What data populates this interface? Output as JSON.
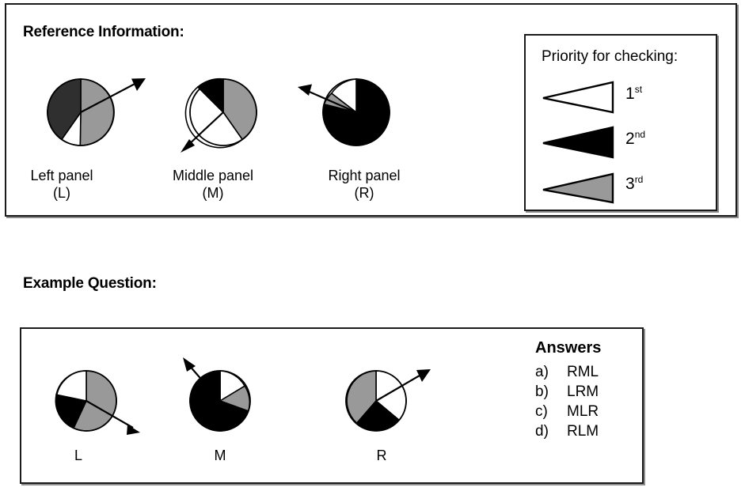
{
  "reference": {
    "heading": "Reference Information:",
    "panels": [
      {
        "name": "left-panel",
        "label_line1": "Left panel",
        "label_line2": "(L)"
      },
      {
        "name": "middle-panel",
        "label_line1": "Middle panel",
        "label_line2": "(M)"
      },
      {
        "name": "right-panel",
        "label_line1": "Right panel",
        "label_line2": "(R)"
      }
    ],
    "legend": {
      "title": "Priority for checking:",
      "items": [
        {
          "rank": "1",
          "suffix": "st",
          "color": "#ffffff",
          "swatch": "white-triangle"
        },
        {
          "rank": "2",
          "suffix": "nd",
          "color": "#000000",
          "swatch": "black-triangle"
        },
        {
          "rank": "3",
          "suffix": "rd",
          "color": "#999999",
          "swatch": "gray-triangle"
        }
      ]
    }
  },
  "question": {
    "heading": "Example Question:",
    "pies": [
      {
        "name": "pie-L",
        "letter": "L"
      },
      {
        "name": "pie-M",
        "letter": "M"
      },
      {
        "name": "pie-R",
        "letter": "R"
      }
    ],
    "answers": {
      "title": "Answers",
      "options": [
        {
          "key": "a)",
          "text": "RML"
        },
        {
          "key": "b)",
          "text": "LRM"
        },
        {
          "key": "c)",
          "text": "MLR"
        },
        {
          "key": "d)",
          "text": "RLM"
        }
      ]
    }
  },
  "chart_data": {
    "type": "pie",
    "title": "Reference Information / Example Question pie-chart stimuli",
    "colors": {
      "white": "#ffffff",
      "black": "#000000",
      "gray": "#999999",
      "dark": "#2b2b2b",
      "outline": "#000000"
    },
    "note": "Angles in degrees clockwise from 12 o'clock. Arrow = pointer direction (degrees clockwise from 12 o'clock).",
    "charts": [
      {
        "id": "reference-left-panel",
        "label": "Left panel (L)",
        "arrow_deg": 62,
        "slices": [
          {
            "color": "gray",
            "start_deg": 0,
            "end_deg": 181,
            "share_pct": 50
          },
          {
            "color": "white",
            "start_deg": 181,
            "end_deg": 215,
            "share_pct": 9
          },
          {
            "color": "dark",
            "start_deg": 215,
            "end_deg": 360,
            "share_pct": 41
          }
        ]
      },
      {
        "id": "reference-middle-panel",
        "label": "Middle panel (M)",
        "arrow_deg": 230,
        "slices": [
          {
            "color": "gray",
            "start_deg": 0,
            "end_deg": 145,
            "share_pct": 40
          },
          {
            "color": "white",
            "start_deg": 145,
            "end_deg": 310,
            "share_pct": 46
          },
          {
            "color": "black",
            "start_deg": 310,
            "end_deg": 360,
            "share_pct": 14
          }
        ]
      },
      {
        "id": "reference-right-panel",
        "label": "Right panel (R)",
        "arrow_deg": 292,
        "slices": [
          {
            "color": "black",
            "start_deg": 0,
            "end_deg": 256,
            "share_pct": 71
          },
          {
            "color": "gray",
            "start_deg": 256,
            "end_deg": 285,
            "share_pct": 8
          },
          {
            "color": "white",
            "start_deg": 285,
            "end_deg": 360,
            "share_pct": 21
          }
        ]
      },
      {
        "id": "question-pie-L",
        "label": "L",
        "arrow_deg": 122,
        "slices": [
          {
            "color": "gray",
            "start_deg": 0,
            "end_deg": 155,
            "share_pct": 43
          },
          {
            "color": "black",
            "start_deg": 205,
            "end_deg": 282,
            "share_pct": 21
          },
          {
            "color": "white",
            "start_deg": 282,
            "end_deg": 360,
            "share_pct": 22
          },
          {
            "color": "gray",
            "start_deg": 155,
            "end_deg": 205,
            "share_pct": 14
          }
        ]
      },
      {
        "id": "question-pie-M",
        "label": "M",
        "arrow_deg": 334,
        "slices": [
          {
            "color": "white",
            "start_deg": 0,
            "end_deg": 55,
            "share_pct": 15
          },
          {
            "color": "gray",
            "start_deg": 55,
            "end_deg": 110,
            "share_pct": 15
          },
          {
            "color": "black",
            "start_deg": 110,
            "end_deg": 360,
            "share_pct": 70
          }
        ]
      },
      {
        "id": "question-pie-R",
        "label": "R",
        "arrow_deg": 58,
        "slices": [
          {
            "color": "white",
            "start_deg": 0,
            "end_deg": 130,
            "share_pct": 36
          },
          {
            "color": "black",
            "start_deg": 130,
            "end_deg": 220,
            "share_pct": 25
          },
          {
            "color": "gray",
            "start_deg": 220,
            "end_deg": 360,
            "share_pct": 39
          }
        ]
      }
    ]
  }
}
